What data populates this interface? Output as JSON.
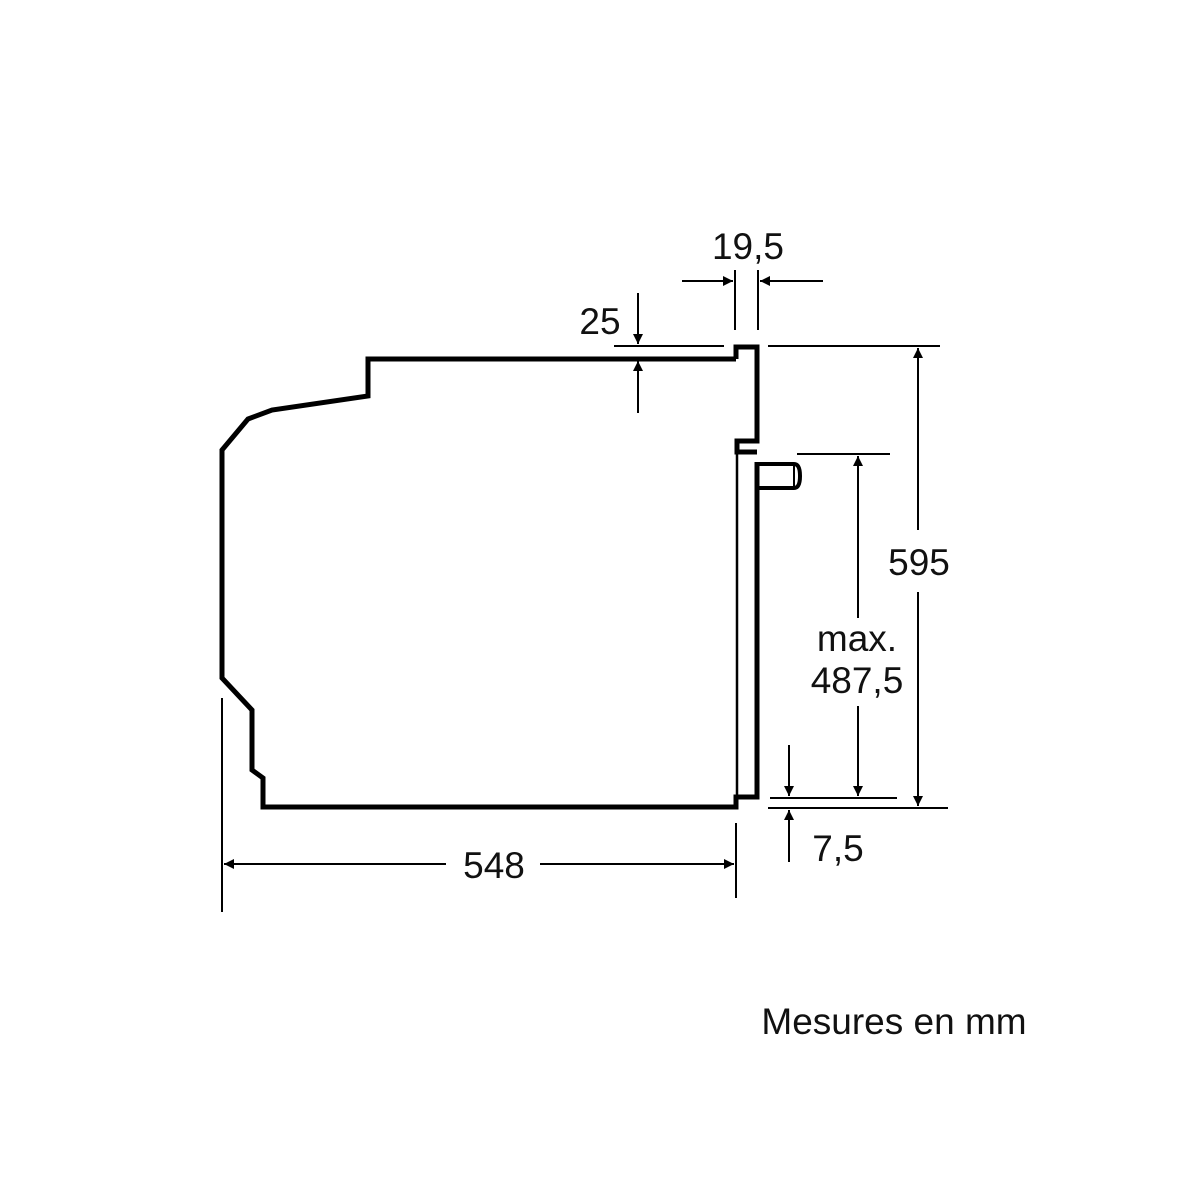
{
  "diagram": {
    "subject": "built-in oven side view dimensions",
    "line_color": "#000000",
    "background": "#ffffff",
    "dimensions": {
      "door_thickness": "19,5",
      "top_offset": "25",
      "total_height": "595",
      "max_label": "max.",
      "max_value": "487,5",
      "depth": "548",
      "bottom_offset": "7,5"
    },
    "footnote": "Mesures en mm"
  }
}
